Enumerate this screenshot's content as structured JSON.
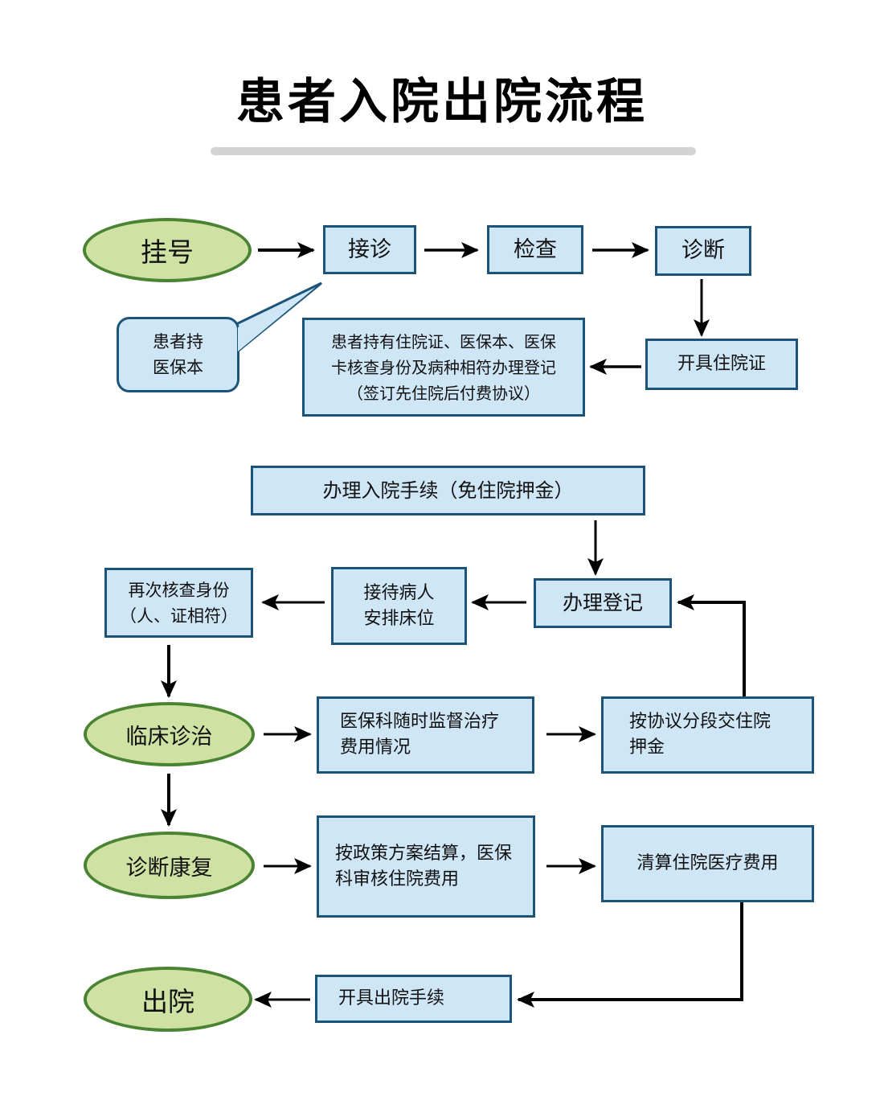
{
  "title": "患者入院出院流程",
  "colors": {
    "box_fill": "#cfe6f6",
    "box_border": "#1b5478",
    "ellipse_fill": "#cfe2a4",
    "ellipse_border": "#4a8433",
    "arrow": "#000000",
    "divider": "#d3d3d3"
  },
  "nodes": {
    "registration": "挂号",
    "reception": "接诊",
    "examination": "检查",
    "diagnosis": "诊断",
    "issue_admission_cert": "开具住院证",
    "callout_note": "患者持\n医保本",
    "verify_register": "患者持有住院证、医保本、医保\n卡核查身份及病种相符办理登记\n（签订先住院后付费协议）",
    "admission_procedure": "办理入院手续（免住院押金）",
    "handle_registration": "办理登记",
    "receive_patient": "接待病人\n安排床位",
    "recheck_identity": "再次核查身份\n（人、证相符）",
    "clinical_treatment": "临床诊治",
    "insurance_monitor": "医保科随时监督治疗\n费用情况",
    "staged_deposit": "按协议分段交住院\n押金",
    "diagnosis_recovery": "诊断康复",
    "policy_settlement": "按政策方案结算，医保\n科审核住院费用",
    "settle_costs": "清算住院医疗费用",
    "discharge_procedure": "开具出院手续",
    "discharge": "出院"
  },
  "edges": [
    [
      "registration",
      "reception"
    ],
    [
      "reception",
      "examination"
    ],
    [
      "examination",
      "diagnosis"
    ],
    [
      "diagnosis",
      "issue_admission_cert"
    ],
    [
      "issue_admission_cert",
      "verify_register"
    ],
    [
      "admission_procedure",
      "handle_registration"
    ],
    [
      "handle_registration",
      "receive_patient"
    ],
    [
      "receive_patient",
      "recheck_identity"
    ],
    [
      "recheck_identity",
      "clinical_treatment"
    ],
    [
      "clinical_treatment",
      "insurance_monitor"
    ],
    [
      "insurance_monitor",
      "staged_deposit"
    ],
    [
      "staged_deposit",
      "handle_registration"
    ],
    [
      "clinical_treatment",
      "diagnosis_recovery"
    ],
    [
      "diagnosis_recovery",
      "policy_settlement"
    ],
    [
      "policy_settlement",
      "settle_costs"
    ],
    [
      "settle_costs",
      "discharge_procedure"
    ],
    [
      "discharge_procedure",
      "discharge"
    ]
  ]
}
